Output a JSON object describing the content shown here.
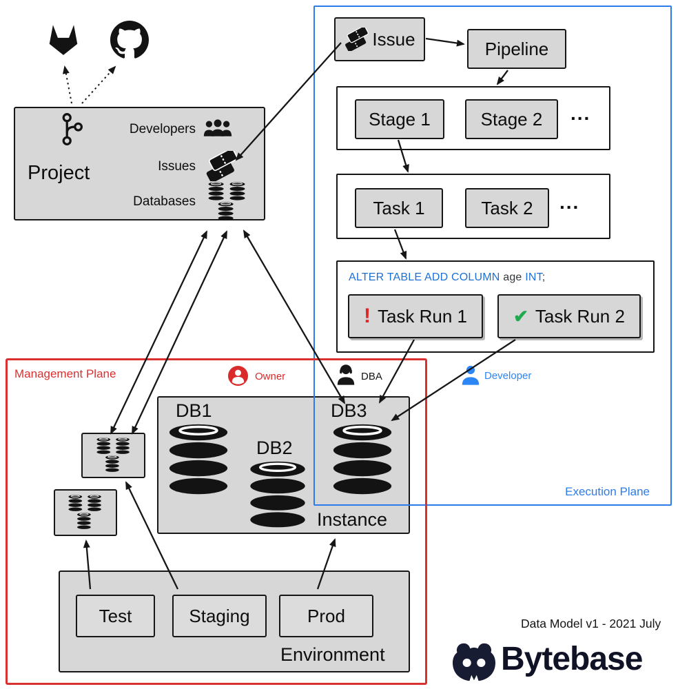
{
  "colors": {
    "execution_plane_border": "#2b7cea",
    "management_plane_border": "#d93030",
    "owner_red": "#d92b2b",
    "dba_black": "#161616",
    "developer_blue": "#2d86f5",
    "sql_keyword_blue": "#1b6fd6",
    "task_run_error": "#e02525",
    "task_run_success": "#1faa4d",
    "box_fill_gray": "#d7d7d7"
  },
  "vcs": {
    "gitlab_icon": "gitlab-logo",
    "github_icon": "github-logo"
  },
  "project": {
    "title": "Project",
    "rows": [
      {
        "label": "Developers",
        "icon": "people-icon"
      },
      {
        "label": "Issues",
        "icon": "issue-tickets-icon"
      },
      {
        "label": "Databases",
        "icon": "database-cluster-icon"
      }
    ]
  },
  "execution_plane": {
    "label": "Execution Plane",
    "issue": {
      "label": "Issue",
      "icon": "issue-ticket-icon"
    },
    "pipeline": {
      "label": "Pipeline"
    },
    "stages": {
      "items": [
        "Stage 1",
        "Stage 2"
      ],
      "ellipsis": "..."
    },
    "tasks": {
      "items": [
        "Task 1",
        "Task 2"
      ],
      "ellipsis": "..."
    },
    "sql": {
      "kw1": "ALTER TABLE ADD COLUMN",
      "arg": "age",
      "kw2": "INT",
      "semi": ";"
    },
    "task_runs": [
      {
        "label": "Task Run 1",
        "badge": "!",
        "status": "error"
      },
      {
        "label": "Task Run 2",
        "badge": "✔",
        "status": "success"
      }
    ]
  },
  "management_plane": {
    "label": "Management Plane",
    "roles": [
      {
        "label": "Owner"
      },
      {
        "label": "DBA"
      },
      {
        "label": "Developer"
      }
    ],
    "instance": {
      "label": "Instance",
      "databases": [
        "DB1",
        "DB2",
        "DB3"
      ]
    },
    "environment": {
      "label": "Environment",
      "items": [
        "Test",
        "Staging",
        "Prod"
      ]
    }
  },
  "footer": {
    "version": "Data Model v1 - 2021 July",
    "brand": "Bytebase"
  }
}
